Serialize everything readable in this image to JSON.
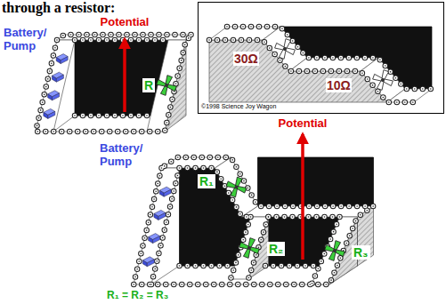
{
  "diagram": {
    "labels": [
      "through a resistor:",
      "Potential",
      "Battery/ Pump",
      "R",
      "30Ω",
      "10Ω",
      "©1998 Science Joy Wagon",
      "Potential",
      "Battery/ Pump",
      "R₁",
      "R₂",
      "R₃",
      "R₁ = R₂ = R₃"
    ]
  }
}
